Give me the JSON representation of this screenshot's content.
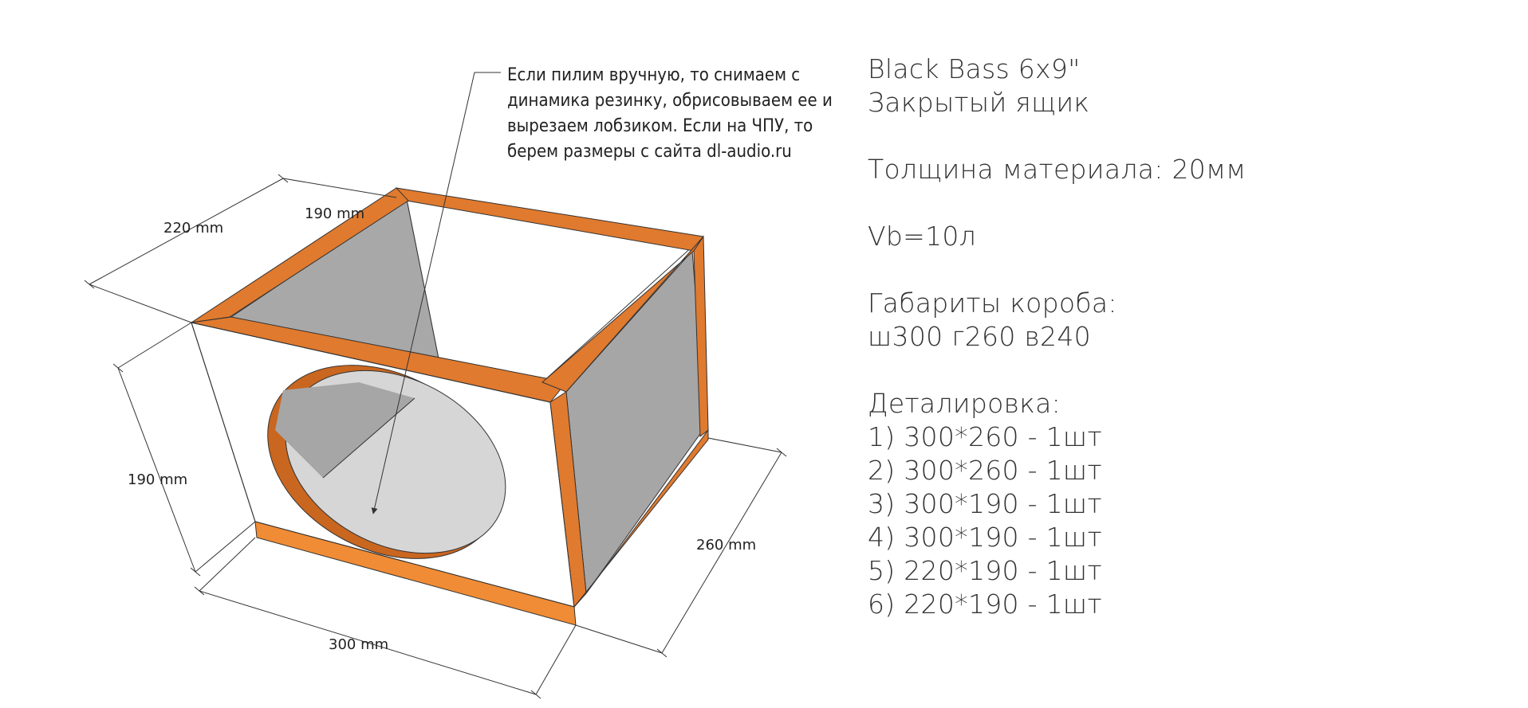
{
  "callout": {
    "lines": [
      "Если пилим вручную, то снимаем с",
      "динамика резинку, обрисовываем ее и",
      "вырезаем лобзиком. Если на ЧПУ, то",
      "берем размеры с сайта dl-audio.ru"
    ]
  },
  "dimensions": {
    "top_left_depth": "220 mm",
    "top_inner": "190 mm",
    "front_height": "190 mm",
    "front_width": "300 mm",
    "side_depth": "260 mm"
  },
  "notes": {
    "title": "Black Bass 6x9\"",
    "subtitle": "Закрытый ящик",
    "thickness": "Толщина материала: 20мм",
    "volume": "Vb=10л",
    "dims_title": "Габариты короба:",
    "dims_value": "ш300 г260 в240",
    "parts_title": "Деталировка:",
    "parts": [
      "1) 300*260 - 1шт",
      "2) 300*260 - 1шт",
      "3) 300*190 - 1шт",
      "4) 300*190 - 1шт",
      "5) 220*190 - 1шт",
      "6) 220*190 - 1шт"
    ]
  },
  "colors": {
    "wood_edge": "#e07a2e",
    "wood_edge_light": "#f08c35",
    "panel_white": "#ffffff",
    "panel_gray": "#a6a6a6",
    "panel_light_gray": "#d4d4d4",
    "line": "#333333"
  }
}
